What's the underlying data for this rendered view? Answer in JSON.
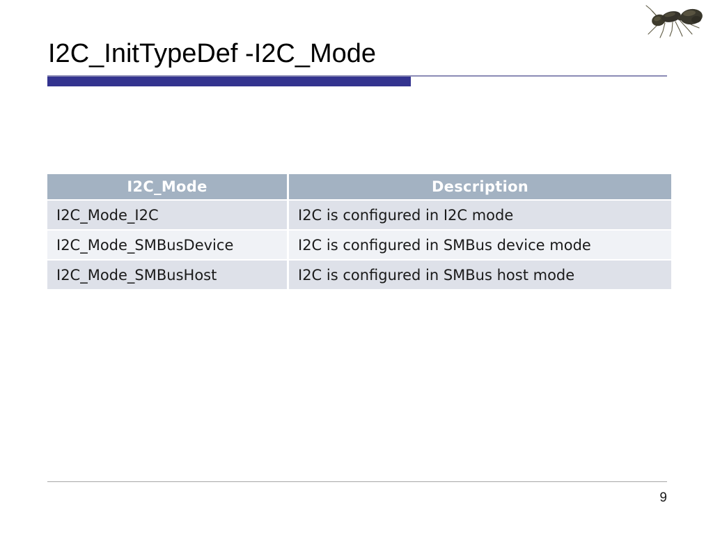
{
  "slide": {
    "title": "I2C_InitTypeDef -I2C_Mode",
    "page_number": "9",
    "accent_color": "#33338f",
    "rule_color": "#8b8bb5",
    "footer_rule_color": "#a6a6a6",
    "logo": {
      "name": "ant-logo",
      "description": "ant"
    }
  },
  "table": {
    "headers": [
      {
        "label": "I2C_Mode"
      },
      {
        "label": "Description"
      }
    ],
    "header_background": "#a3b2c2",
    "header_text_color": "#ffffff",
    "row_background_odd": "#dee1e9",
    "row_background_even": "#f0f2f6",
    "highlight_color": "#e02b27",
    "rows": [
      {
        "mode": "I2C_Mode_I2C",
        "description": "I2C is configured in I2C mode",
        "highlighted": true
      },
      {
        "mode": "I2C_Mode_SMBusDevice",
        "description": "I2C is configured in SMBus device mode",
        "highlighted": false
      },
      {
        "mode": "I2C_Mode_SMBusHost",
        "description": "I2C is configured in SMBus host mode",
        "highlighted": false
      }
    ]
  }
}
